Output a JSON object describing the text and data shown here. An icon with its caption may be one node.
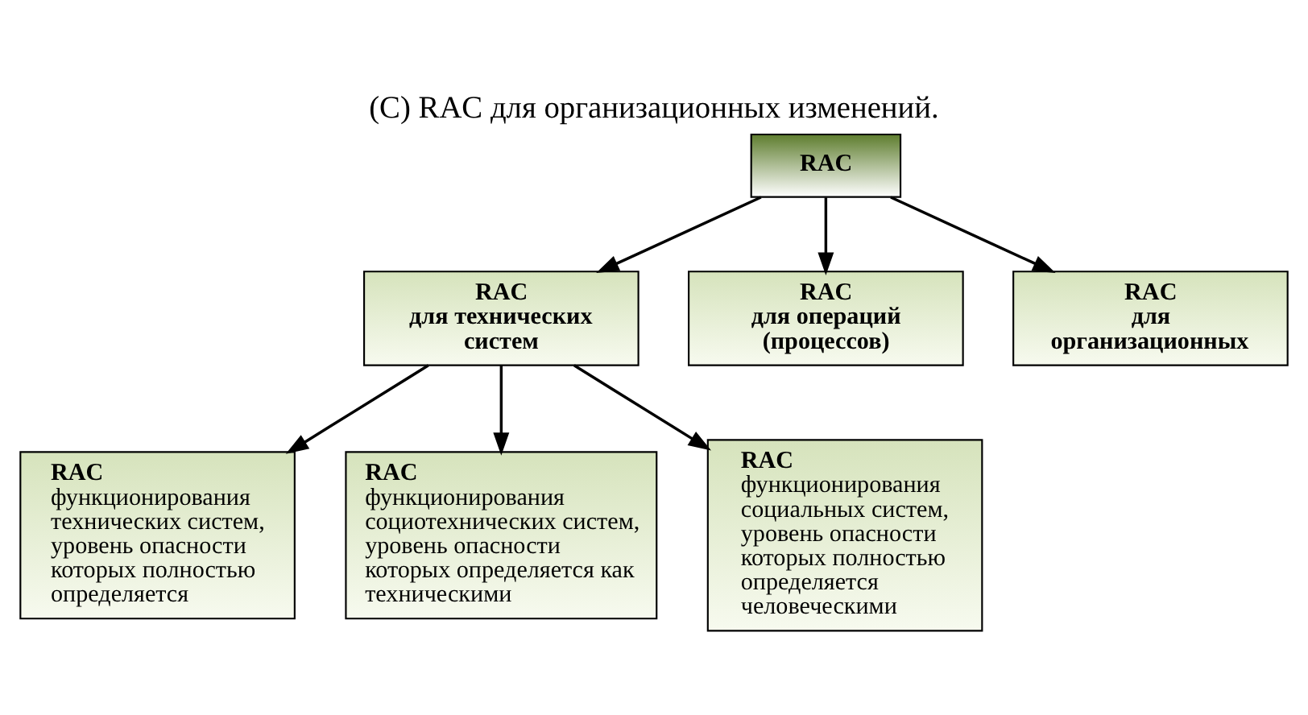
{
  "diagram": {
    "title": "(С) RAC для организационных изменений.",
    "nodes": [
      {
        "text": [
          "RAC"
        ]
      },
      {
        "text": [
          "RAC",
          "для технических систем"
        ]
      },
      {
        "text": [
          "RAC",
          "для операций (процессов)"
        ]
      },
      {
        "text": [
          "RAC",
          "для организационных"
        ]
      },
      {
        "text": [
          "RAC",
          "функционирования технических систем, уровень опасности которых полностью определяется"
        ]
      },
      {
        "text": [
          "RAC",
          "функционирования социотехнических систем, уровень опасности которых определяется как техническими"
        ]
      },
      {
        "text": [
          "RAC",
          "функционирования социальных систем, уровень опасности которых полностью определяется человеческими"
        ]
      }
    ],
    "edges": [
      {
        "from": 0,
        "to": 1,
        "arrow": "to"
      },
      {
        "from": 0,
        "to": 2,
        "arrow": "to"
      },
      {
        "from": 0,
        "to": 3,
        "arrow": "to"
      },
      {
        "from": 1,
        "to": 4,
        "arrow": "to"
      },
      {
        "from": 1,
        "to": 5,
        "arrow": "to"
      },
      {
        "from": 1,
        "to": 6,
        "arrow": "to"
      }
    ]
  }
}
